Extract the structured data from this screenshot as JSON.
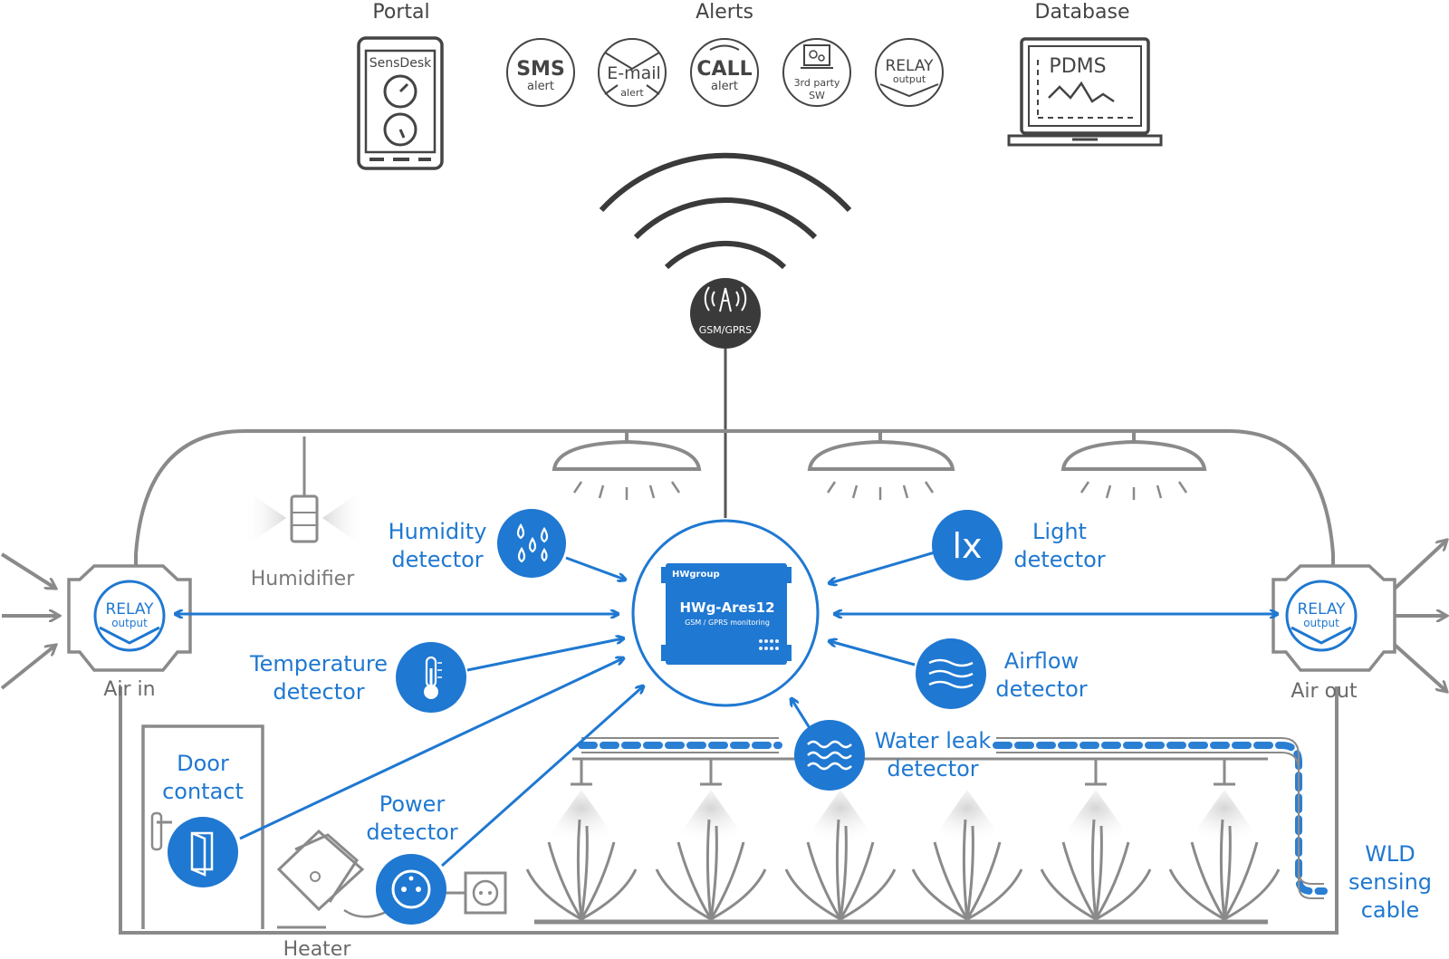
{
  "top": {
    "portal": {
      "title": "Portal",
      "brand": "SensDesk"
    },
    "alerts": {
      "title": "Alerts",
      "items": [
        {
          "main": "SMS",
          "sub": "alert"
        },
        {
          "main": "E-mail",
          "sub": "alert"
        },
        {
          "main": "CALL",
          "sub": "alert"
        },
        {
          "main": "3rd party",
          "sub": "SW"
        },
        {
          "main": "RELAY",
          "sub": "output"
        }
      ]
    },
    "database": {
      "title": "Database",
      "screen": "PDMS"
    }
  },
  "antenna": {
    "label": "GSM/GPRS"
  },
  "device": {
    "brand": "HWgroup",
    "name": "HWg-Ares12",
    "subtitle": "GSM / GPRS monitoring"
  },
  "relay": {
    "main": "RELAY",
    "sub": "output"
  },
  "labels": {
    "humidifier": "Humidifier",
    "humidity_1": "Humidity",
    "humidity_2": "detector",
    "temperature_1": "Temperature",
    "temperature_2": "detector",
    "door_1": "Door",
    "door_2": "contact",
    "power_1": "Power",
    "power_2": "detector",
    "heater": "Heater",
    "light_1": "Light",
    "light_2": "detector",
    "airflow_1": "Airflow",
    "airflow_2": "detector",
    "water_1": "Water leak",
    "water_2": "detector",
    "wld_1": "WLD",
    "wld_2": "sensing",
    "wld_3": "cable",
    "air_in": "Air in",
    "air_out": "Air out",
    "light_icon": "lx"
  },
  "colors": {
    "accent": "#1f78d1",
    "line": "#8a8a8a",
    "text": "#444444",
    "dark": "#3a3a3a"
  }
}
